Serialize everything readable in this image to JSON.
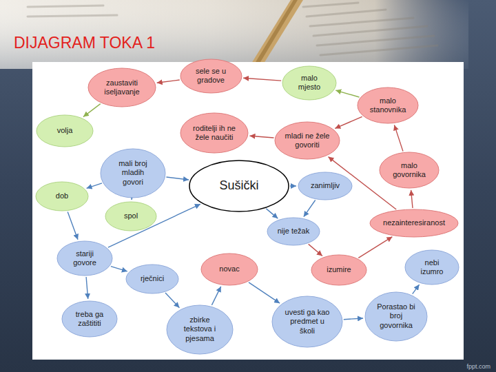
{
  "diagram": {
    "title": "DIJAGRAM TOKA 1",
    "nodes": [
      {
        "text": [
          "sele se u gradove"
        ]
      },
      {
        "text": [
          "malo mjesto"
        ]
      },
      {
        "text": [
          "zaustaviti iseljavanje"
        ]
      },
      {
        "text": [
          "malo stanovnika"
        ]
      },
      {
        "text": [
          "volja"
        ]
      },
      {
        "text": [
          "roditelji ih ne žele naučiti"
        ]
      },
      {
        "text": [
          "mladi ne žele govoriti"
        ]
      },
      {
        "text": [
          "malo govornika"
        ]
      },
      {
        "text": [
          "mali broj mladih govori"
        ]
      },
      {
        "text": [
          "Sušički"
        ]
      },
      {
        "text": [
          "zanimljiv"
        ]
      },
      {
        "text": [
          "dob"
        ]
      },
      {
        "text": [
          "spol"
        ]
      },
      {
        "text": [
          "nezainteresiranost"
        ]
      },
      {
        "text": [
          "nije težak"
        ]
      },
      {
        "text": [
          "stariji govore"
        ]
      },
      {
        "text": [
          "nebi izumro"
        ]
      },
      {
        "text": [
          "novac"
        ]
      },
      {
        "text": [
          "izumire"
        ]
      },
      {
        "text": [
          "rječnici"
        ]
      },
      {
        "text": [
          "Porastao bi broj govornika"
        ]
      },
      {
        "text": [
          "treba ga zaštititi"
        ]
      },
      {
        "text": [
          "uvesti ga kao predmet u školi"
        ]
      },
      {
        "text": [
          "zbirke tekstova i pjesama"
        ]
      }
    ],
    "edges": [
      {
        "from": 1,
        "to": 0,
        "arrow": "to"
      },
      {
        "from": 0,
        "to": 2,
        "arrow": "to"
      },
      {
        "from": 3,
        "to": 1,
        "arrow": "to"
      },
      {
        "from": 2,
        "to": 4,
        "arrow": "to"
      },
      {
        "from": 3,
        "to": 6,
        "arrow": "to"
      },
      {
        "from": 6,
        "to": 5,
        "arrow": "to"
      },
      {
        "from": 7,
        "to": 3,
        "arrow": "to"
      },
      {
        "from": 13,
        "to": 7,
        "arrow": "to"
      },
      {
        "from": 13,
        "to": 6,
        "arrow": "to"
      },
      {
        "from": 18,
        "to": 13,
        "arrow": "to"
      },
      {
        "from": 8,
        "to": 9,
        "arrow": "to"
      },
      {
        "from": 8,
        "to": 11,
        "arrow": "to"
      },
      {
        "from": 8,
        "to": 12,
        "arrow": "to"
      },
      {
        "from": 11,
        "to": 15,
        "arrow": "to"
      },
      {
        "from": 15,
        "to": 9,
        "arrow": "to"
      },
      {
        "from": 9,
        "to": 10,
        "arrow": "to"
      },
      {
        "from": 9,
        "to": 14,
        "arrow": "to"
      },
      {
        "from": 10,
        "to": 14,
        "arrow": "to"
      },
      {
        "from": 14,
        "to": 18,
        "arrow": "to"
      },
      {
        "from": 15,
        "to": 19,
        "arrow": "to"
      },
      {
        "from": 15,
        "to": 21,
        "arrow": "to"
      },
      {
        "from": 19,
        "to": 23,
        "arrow": "to"
      },
      {
        "from": 23,
        "to": 17,
        "arrow": "to"
      },
      {
        "from": 17,
        "to": 22,
        "arrow": "to"
      },
      {
        "from": 22,
        "to": 20,
        "arrow": "to"
      },
      {
        "from": 20,
        "to": 16,
        "arrow": "to"
      }
    ],
    "labels": [
      "fppt.com"
    ]
  }
}
